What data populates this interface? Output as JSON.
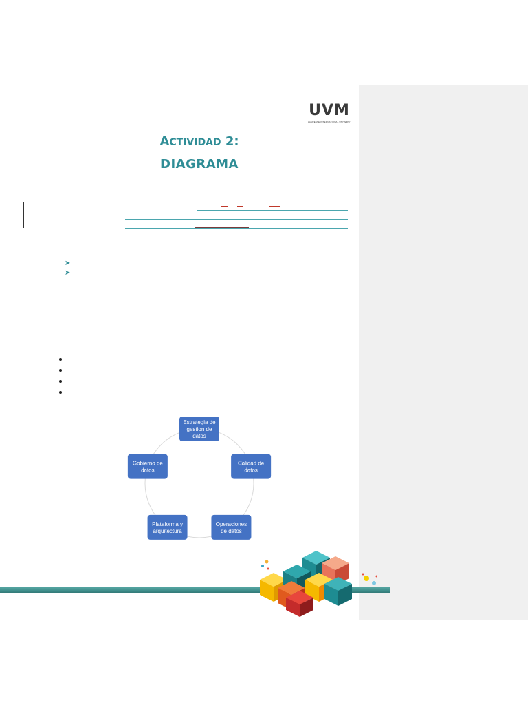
{
  "logo": {
    "text": "UVM",
    "tagline": "LAUREATE INTERNATIONAL UNIVERSITIES"
  },
  "header": {
    "title_first_letter": "A",
    "title_rest": "CTIVIDAD",
    "title_number": "2:",
    "subtitle": "DIAGRAMA"
  },
  "diagram": {
    "nodes": [
      {
        "lines": [
          "Estrategia de",
          "gestion de",
          "datos"
        ]
      },
      {
        "lines": [
          "Calidad de",
          "datos"
        ]
      },
      {
        "lines": [
          "Operaciones",
          "de datos"
        ]
      },
      {
        "lines": [
          "Plataforma y",
          "arquitectura"
        ]
      },
      {
        "lines": [
          "Gobierno de",
          "datos"
        ]
      }
    ],
    "node_color": "#4472c4",
    "ring_color": "#d9d9d9"
  },
  "colors": {
    "accent": "#2f8d96",
    "footer_bar": "#4a9c99",
    "comment_pane": "#f0f0f0"
  }
}
